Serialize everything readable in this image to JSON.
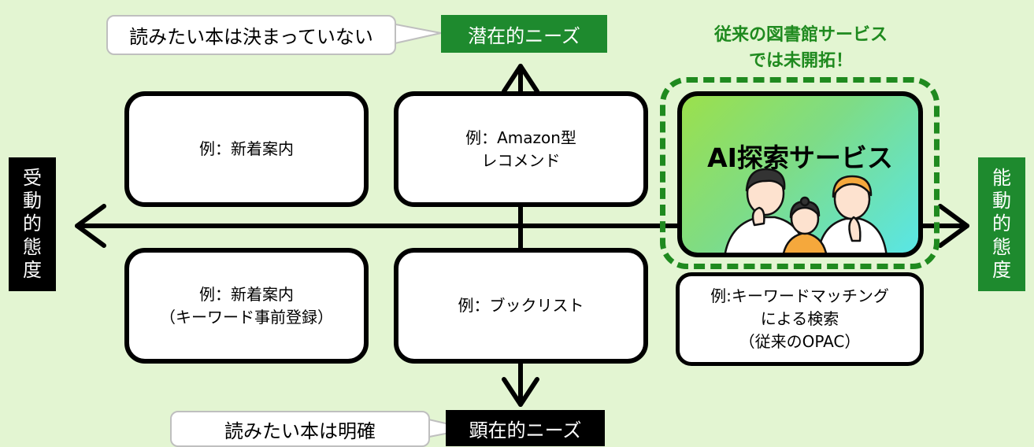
{
  "axes": {
    "top_label": "潜在的ニーズ",
    "bottom_label": "顕在的ニーズ",
    "left_label": [
      "受",
      "動",
      "的",
      "態",
      "度"
    ],
    "right_label": [
      "能",
      "動",
      "的",
      "態",
      "度"
    ]
  },
  "callouts": {
    "top": "読みたい本は決まっていない",
    "bottom": "読みたい本は明確"
  },
  "quadrants": {
    "top_left": [
      "例：新着案内"
    ],
    "top_mid": [
      "例：Amazon型",
      "レコメンド"
    ],
    "bottom_left": [
      "例：新着案内",
      "（キーワード事前登録）"
    ],
    "bottom_mid": [
      "例：ブックリスト"
    ],
    "bottom_right": [
      "例:キーワードマッチング",
      "による検索",
      "（従来のOPAC）"
    ]
  },
  "highlight": {
    "note": [
      "従来の図書館サービス",
      "では未開拓！"
    ],
    "title": "AI探索サービス"
  },
  "colors": {
    "background": "#e3f5d2",
    "green_tag": "#1e8a2e",
    "black_tag": "#000000",
    "dashed_border": "#1f8a1f",
    "note_text": "#1f8a1f"
  }
}
